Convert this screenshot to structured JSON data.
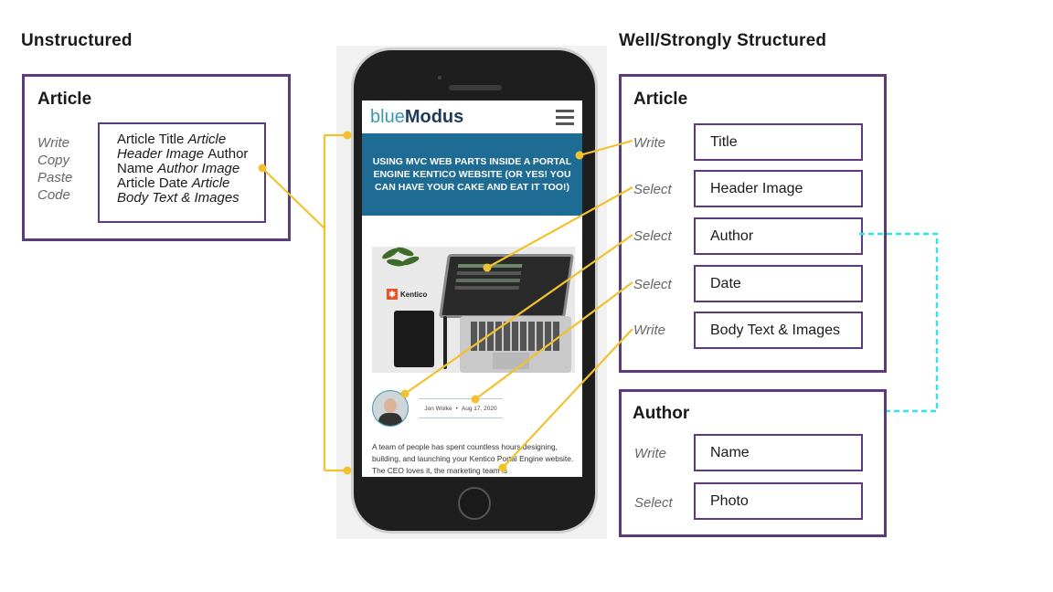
{
  "headings": {
    "unstructured": "Unstructured",
    "structured": "Well/Strongly Structured"
  },
  "unstructured_box": {
    "title": "Article",
    "verbs": [
      "Write",
      "Copy",
      "Paste",
      "Code"
    ],
    "content": [
      {
        "text": "Article Title ",
        "italic": false
      },
      {
        "text": "Article Header Image ",
        "italic": true
      },
      {
        "text": "Author Name ",
        "italic": false
      },
      {
        "text": "Author Image ",
        "italic": true
      },
      {
        "text": "Article Date ",
        "italic": false
      },
      {
        "text": "Article Body Text & Images",
        "italic": true
      }
    ]
  },
  "article_box": {
    "title": "Article",
    "rows": [
      {
        "verb": "Write",
        "field": "Title"
      },
      {
        "verb": "Select",
        "field": "Header Image"
      },
      {
        "verb": "Select",
        "field": "Author"
      },
      {
        "verb": "Select",
        "field": "Date"
      },
      {
        "verb": "Write",
        "field": "Body Text & Images"
      }
    ]
  },
  "author_box": {
    "title": "Author",
    "rows": [
      {
        "verb": "Write",
        "field": "Name"
      },
      {
        "verb": "Select",
        "field": "Photo"
      }
    ]
  },
  "phone": {
    "logo_blue": "blue",
    "logo_modus": "Modus",
    "banner": "USING MVC WEB PARTS INSIDE A PORTAL ENGINE KENTICO WEBSITE (OR YES! YOU CAN HAVE YOUR CAKE AND EAT IT TOO!)",
    "hero_brand": "Kentico",
    "byline_author": "Jon Wolke",
    "byline_sep": "•",
    "byline_date": "Aug 17, 2020",
    "body_text": "A team of people has spent countless hours designing, building, and launching your Kentico Portal Engine website.  The CEO loves it, the marketing team is"
  },
  "colors": {
    "box_border": "#5c3a7e",
    "connector": "#f2c12e",
    "dashed_link": "#2ee6f0",
    "banner": "#1e6b94"
  },
  "icons": [
    "hamburger-menu-icon",
    "kentico-logo-icon",
    "home-button-icon"
  ]
}
